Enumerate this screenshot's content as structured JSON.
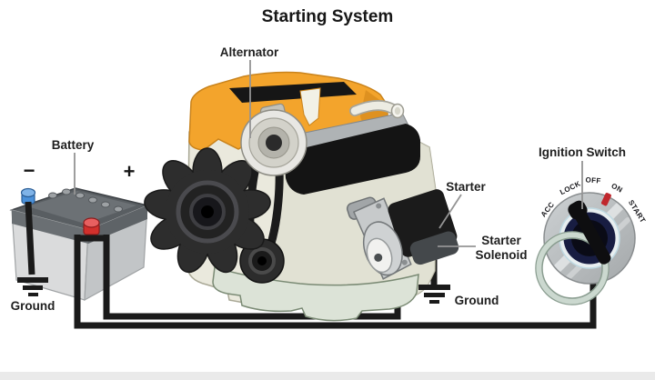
{
  "title": "Starting System",
  "components": {
    "battery": {
      "label": "Battery",
      "negative_symbol": "−",
      "positive_symbol": "+",
      "ground_label": "Ground"
    },
    "alternator": {
      "label": "Alternator"
    },
    "starter": {
      "label": "Starter"
    },
    "starter_solenoid": {
      "label_line1": "Starter",
      "label_line2": "Solenoid",
      "ground_label": "Ground"
    },
    "ignition_switch": {
      "label": "Ignition Switch",
      "positions": [
        "ACC",
        "LOCK",
        "OFF",
        "ON",
        "START"
      ]
    }
  },
  "colors": {
    "valve_cover_orange": "#F3A42C",
    "engine_block_cream": "#EAE9DD",
    "oil_pan_green": "#DCE3D7",
    "wire_black": "#1A1A1A",
    "battery_positive_red": "#D2302C",
    "battery_negative_blue": "#4A90D9",
    "ignition_indicator_red": "#C0272D",
    "ignition_dial_gray": "#B9BDBF",
    "keyring_silver_green": "#CBD8CF",
    "leader_line_gray": "#949494"
  }
}
